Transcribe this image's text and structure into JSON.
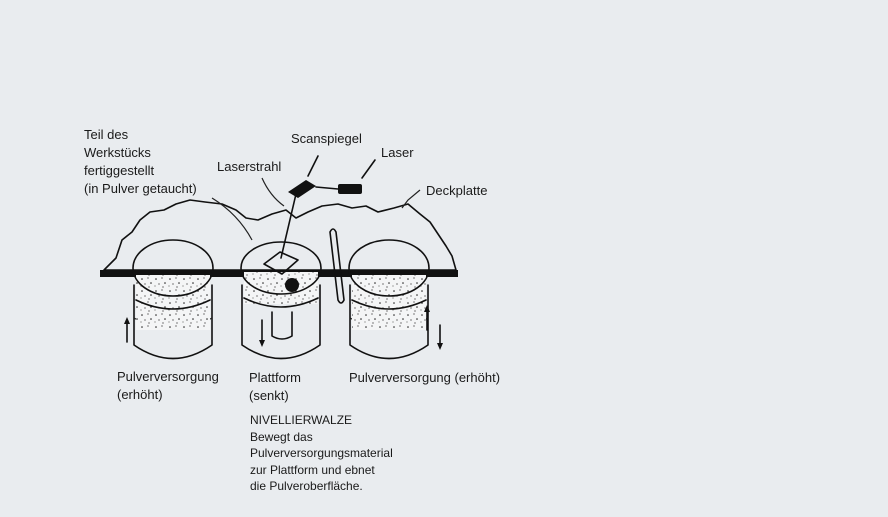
{
  "labels": {
    "part_label": [
      "Teil des",
      "Werkstücks",
      "fertiggestellt",
      "(in Pulver getaucht)"
    ],
    "scan_mirror": "Scanspiegel",
    "laser_beam": "Laserstrahl",
    "laser": "Laser",
    "cover_plate": "Deckplatte",
    "powder_supply_left": [
      "Pulverversorgung",
      "(erhöht)"
    ],
    "platform": [
      "Plattform",
      "(senkt)"
    ],
    "powder_supply_right": "Pulverversorgung (erhöht)",
    "roller_note": [
      "NIVELLIERWALZE",
      "Bewegt das",
      "Pulverversorgungsmaterial",
      "zur Plattform und ebnet",
      "die Pulveroberfläche."
    ]
  },
  "colors": {
    "background": "#e9ecef",
    "ink": "#111111",
    "powder": "#f4f5f6"
  }
}
